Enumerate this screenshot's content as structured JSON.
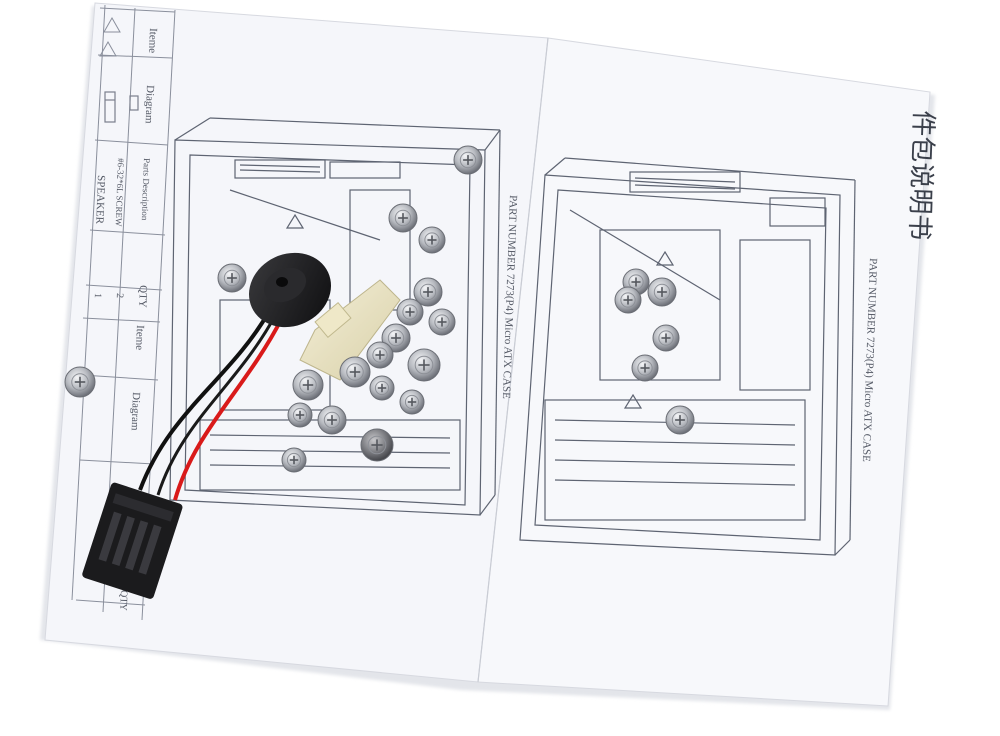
{
  "scene": {
    "description_free": true,
    "paper_color": "#f6f7fb",
    "line_color": "#5a6070",
    "screw_color": "#b9bcc2"
  },
  "manual": {
    "left_page": {
      "part_number": "PART NUMBER 7273(P4) Micro ATX CASE",
      "table": {
        "col_item": "Iteme",
        "col_diagram": "Diagram",
        "col_description": "Parts Description",
        "col_qty": "QTY",
        "rows": [
          {
            "description": "#6-32*6L SCREW",
            "qty": "2"
          },
          {
            "description": "SPEAKER",
            "qty": "1"
          }
        ],
        "col_item_2": "Iteme",
        "col_diagram_2": "Diagram",
        "col_qty_2": "QTY"
      }
    },
    "right_page": {
      "heading_cjk": "件包说明书",
      "part_number": "PART NUMBER 7273(P4) Micro ATX CASE"
    }
  }
}
